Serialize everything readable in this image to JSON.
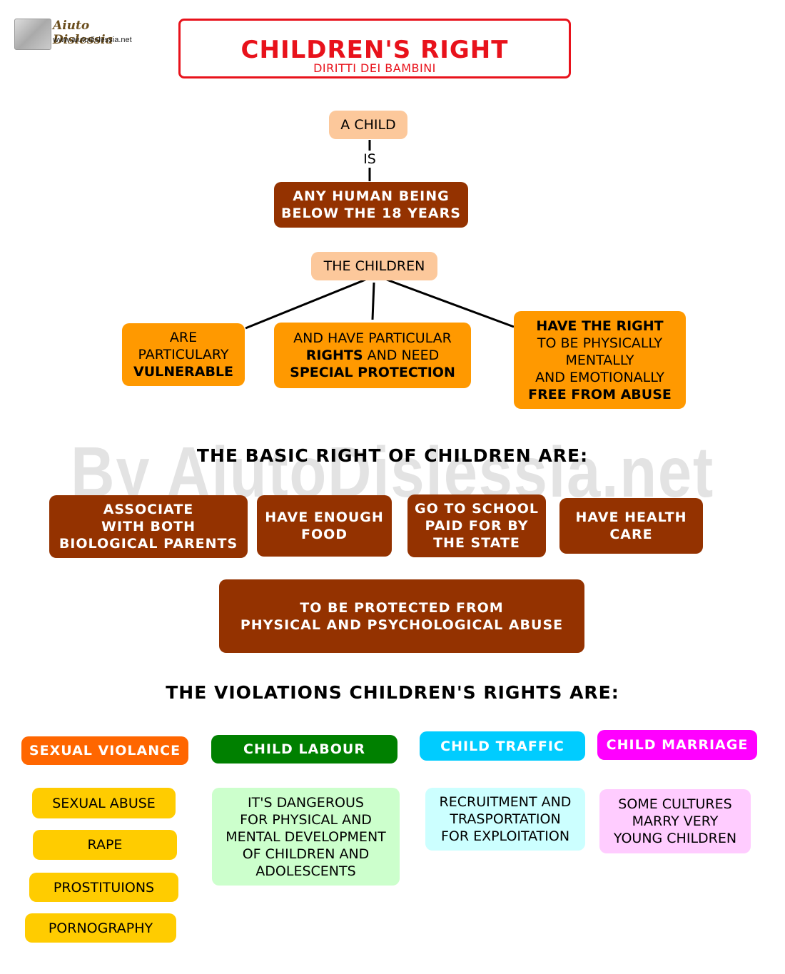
{
  "logo": {
    "name": "Aiuto Dislessia",
    "url": "www.aiutodislessia.net"
  },
  "title": {
    "main": "CHILDREN'S RIGHT",
    "sub": "DIRITTI DEI BAMBINI"
  },
  "watermark": "By AiutoDislessia.net",
  "definition": {
    "subject": "A CHILD",
    "link": "IS",
    "object": [
      "ANY HUMAN BEING",
      "BELOW THE 18 YEARS"
    ]
  },
  "children": {
    "label": "THE CHILDREN",
    "branches": [
      {
        "lines": [
          {
            "text": "ARE",
            "bold": false
          },
          {
            "text": "PARTICULARY",
            "bold": false
          },
          {
            "text": "VULNERABLE",
            "bold": true
          }
        ]
      },
      {
        "lines": [
          {
            "text": "AND HAVE PARTICULAR",
            "bold": false
          },
          {
            "parts": [
              {
                "text": "RIGHTS",
                "bold": true
              },
              {
                "text": " AND NEED",
                "bold": false
              }
            ]
          },
          {
            "text": "SPECIAL PROTECTION",
            "bold": true
          }
        ]
      },
      {
        "lines": [
          {
            "text": "HAVE THE RIGHT",
            "bold": true
          },
          {
            "text": "TO BE PHYSICALLY",
            "bold": false
          },
          {
            "text": "MENTALLY",
            "bold": false
          },
          {
            "text": "AND EMOTIONALLY",
            "bold": false
          },
          {
            "text": "FREE FROM ABUSE",
            "bold": true
          }
        ]
      }
    ]
  },
  "basic_rights": {
    "heading": "THE BASIC RIGHT OF CHILDREN ARE:",
    "items": [
      [
        "ASSOCIATE",
        "WITH BOTH",
        "BIOLOGICAL PARENTS"
      ],
      [
        "HAVE ENOUGH",
        "FOOD"
      ],
      [
        "GO TO SCHOOL",
        "PAID FOR BY",
        "THE STATE"
      ],
      [
        "HAVE HEALTH",
        "CARE"
      ],
      [
        "TO BE PROTECTED FROM",
        "PHYSICAL AND PSYCHOLOGICAL ABUSE"
      ]
    ]
  },
  "violations": {
    "heading": "THE VIOLATIONS CHILDREN'S RIGHTS ARE:",
    "categories": [
      {
        "label": "SEXUAL VIOLANCE",
        "color": "#ff6600",
        "items": [
          "SEXUAL ABUSE",
          "RAPE",
          "PROSTITUIONS",
          "PORNOGRAPHY"
        ]
      },
      {
        "label": "CHILD LABOUR",
        "color": "#008000",
        "description": [
          "IT'S DANGEROUS",
          "FOR PHYSICAL AND",
          "MENTAL DEVELOPMENT",
          "OF CHILDREN AND",
          "ADOLESCENTS"
        ]
      },
      {
        "label": "CHILD TRAFFIC",
        "color": "#00ccff",
        "description": [
          "RECRUITMENT AND",
          "TRASPORTATION",
          "FOR EXPLOITATION"
        ]
      },
      {
        "label": "CHILD MARRIAGE",
        "color": "#ff00ff",
        "description": [
          "SOME CULTURES",
          "MARRY VERY",
          "YOUNG CHILDREN"
        ]
      }
    ]
  }
}
